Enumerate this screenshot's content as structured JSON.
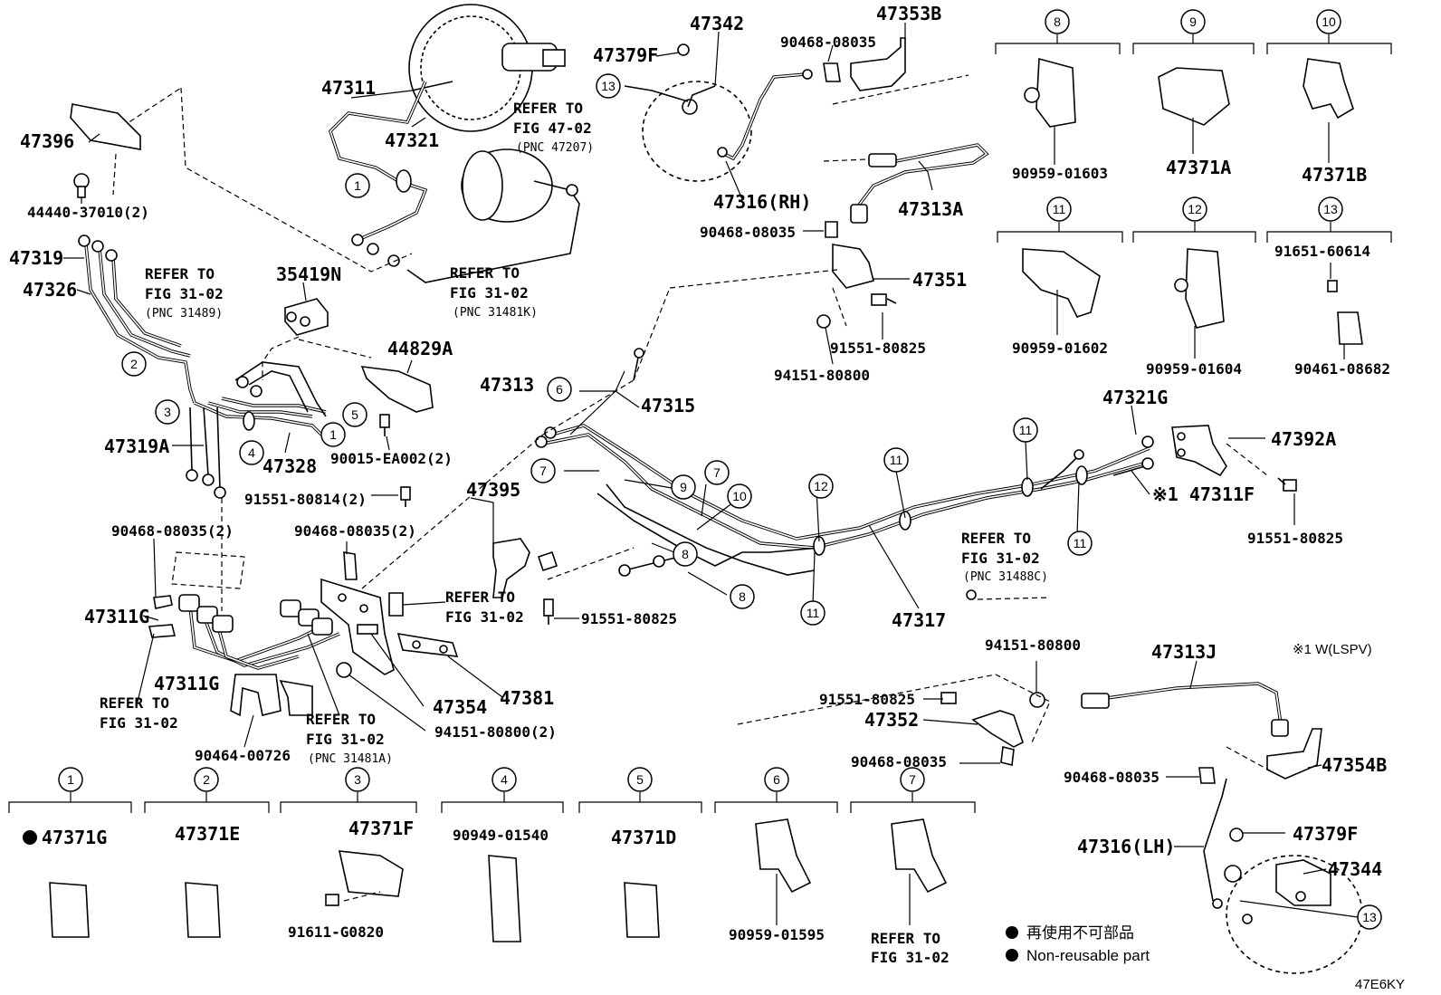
{
  "diagram_code": "47E6KY",
  "footnote_mark": "※1 W(LSPV)",
  "legend": {
    "jp": "再使用不可部品",
    "en": "Non-reusable part"
  },
  "parts": {
    "p47342": "47342",
    "p47379F_top": "47379F",
    "p47353B": "47353B",
    "p90468_08035_top": "90468-08035",
    "p47311": "47311",
    "p47321": "47321",
    "p47396": "47396",
    "p44440": "44440-37010(2)",
    "p47319": "47319",
    "p47326": "47326",
    "p35419N": "35419N",
    "p44829A": "44829A",
    "p47319A": "47319A",
    "p47328": "47328",
    "p90015": "90015-EA002(2)",
    "p91551_80814": "91551-80814(2)",
    "p90468_2a": "90468-08035(2)",
    "p90468_2b": "90468-08035(2)",
    "p47311G_a": "47311G",
    "p47311G_b": "47311G",
    "p90464": "90464-00726",
    "p47354": "47354",
    "p47381": "47381",
    "p94151_2": "94151-80800(2)",
    "p47316RH": "47316(RH)",
    "p47313A": "47313A",
    "p90468_mid": "90468-08035",
    "p47351": "47351",
    "p91551_a": "91551-80825",
    "p94151_a": "94151-80800",
    "p47313": "47313",
    "p47315": "47315",
    "p47395": "47395",
    "p91551_b": "91551-80825",
    "p47317": "47317",
    "p47321G": "47321G",
    "p47392A": "47392A",
    "p47311F": "※1 47311F",
    "p91551_c": "91551-80825",
    "p94151_b": "94151-80800",
    "p91551_d": "91551-80825",
    "p47352": "47352",
    "p90468_low": "90468-08035",
    "p47313J": "47313J",
    "p90468_right": "90468-08035",
    "p47354B": "47354B",
    "p47379F_bot": "47379F",
    "p47316LH": "47316(LH)",
    "p47344": "47344",
    "p90959_01603": "90959-01603",
    "p47371A": "47371A",
    "p47371B": "47371B",
    "p90959_01602": "90959-01602",
    "p90959_01604": "90959-01604",
    "p91651": "91651-60614",
    "p90461": "90461-08682",
    "p47371G": "47371G",
    "p47371E": "47371E",
    "p47371F": "47371F",
    "p91611": "91611-G0820",
    "p90949": "90949-01540",
    "p47371D": "47371D",
    "p90959_01595": "90959-01595"
  },
  "refs": {
    "r47_02": [
      "REFER TO",
      "FIG 47-02",
      "(PNC 47207)"
    ],
    "r31489": [
      "REFER TO",
      "FIG 31-02",
      "(PNC 31489)"
    ],
    "r31481K": [
      "REFER TO",
      "FIG 31-02",
      "(PNC 31481K)"
    ],
    "r31_02_mid": [
      "REFER TO",
      "FIG 31-02"
    ],
    "r31_02_left": [
      "REFER TO",
      "FIG 31-02"
    ],
    "r31481A": [
      "REFER TO",
      "FIG 31-02",
      "(PNC 31481A)"
    ],
    "r31488C": [
      "REFER TO",
      "FIG 31-02",
      "(PNC 31488C)"
    ],
    "r31_02_bottom": [
      "REFER TO",
      "FIG 31-02"
    ]
  },
  "callouts": [
    "1",
    "2",
    "3",
    "4",
    "5",
    "6",
    "7",
    "8",
    "9",
    "10",
    "11",
    "12",
    "13"
  ]
}
